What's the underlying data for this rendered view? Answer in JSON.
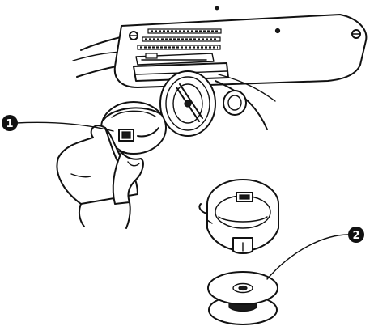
{
  "figure": {
    "callouts": [
      {
        "number": "1",
        "target": "bobbin-case-in-hand"
      },
      {
        "number": "2",
        "target": "bobbin"
      }
    ],
    "colors": {
      "line": "#111111",
      "background": "#ffffff"
    }
  }
}
